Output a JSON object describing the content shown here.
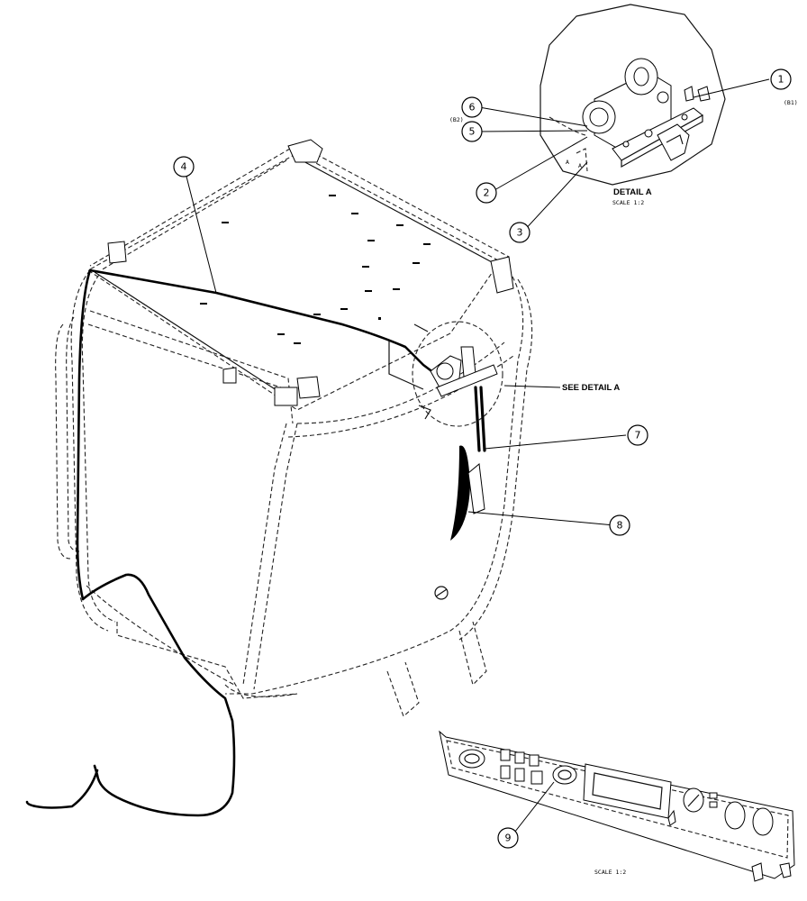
{
  "detail": {
    "title": "DETAIL  A",
    "scale": "SCALE  1:2",
    "ref_b1": "(B1)",
    "ref_b2": "(B2)",
    "see_detail": "SEE DETAIL  A"
  },
  "dashboard_scale": "SCALE  1:2",
  "callouts": [
    "1",
    "2",
    "3",
    "4",
    "5",
    "6",
    "7",
    "8",
    "9"
  ]
}
